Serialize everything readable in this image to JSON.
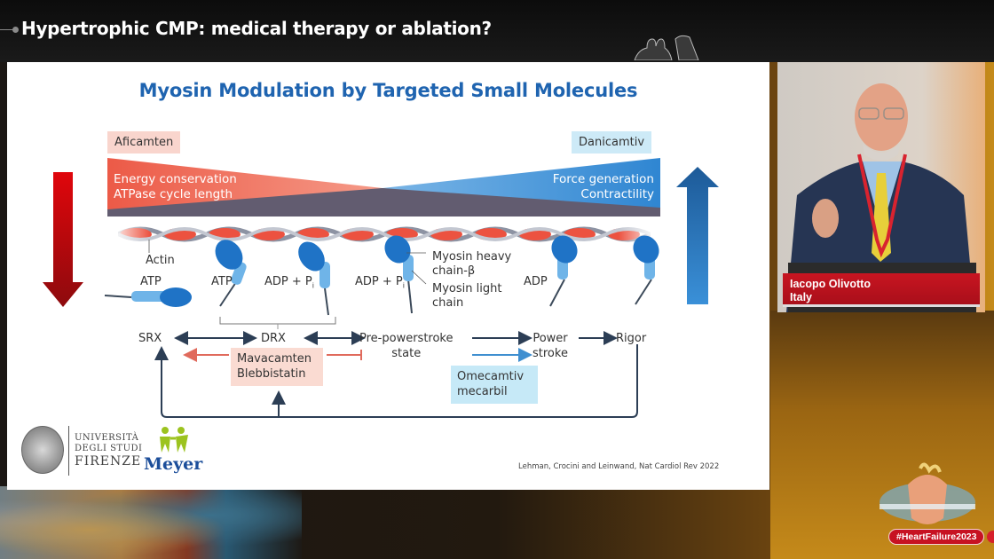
{
  "session": {
    "title": "Hypertrophic CMP: medical therapy or ablation?"
  },
  "slide": {
    "title": "Myosin Modulation by Targeted Small Molecules",
    "left_drug": "Aficamten",
    "right_drug": "Danicamtiv",
    "left_effects": [
      "Energy conservation",
      "ATPase cycle length"
    ],
    "right_effects": [
      "Force generation",
      "Contractility"
    ],
    "colors": {
      "title": "#1f64b0",
      "inhibitor_red": "#ee6c5a",
      "activator_blue": "#3b8fd6",
      "overlap_slate": "#6a6478",
      "arrow_down": "#c4060c",
      "arrow_up": "#2b6fb3"
    },
    "diagram_labels": {
      "actin": "Actin",
      "atp_1": "ATP",
      "atp_2": "ATP",
      "adp_pi_1": "ADP + P",
      "adp_pi_2": "ADP + P",
      "pi_sub": "i",
      "heavy_chain_1": "Myosin heavy",
      "heavy_chain_2": "chain-β",
      "light_chain_1": "Myosin light",
      "light_chain_2": "chain",
      "adp": "ADP"
    },
    "states": {
      "srx": "SRX",
      "drx": "DRX",
      "pre_powerstroke_1": "Pre-powerstroke",
      "pre_powerstroke_2": "state",
      "power_1": "Power",
      "power_2": "stroke",
      "rigor": "Rigor"
    },
    "modulators": {
      "inhibitors": [
        "Mavacamten",
        "Blebbistatin"
      ],
      "activators": [
        "Omecamtiv",
        "mecarbil"
      ]
    },
    "logos": {
      "unifi": [
        "UNIVERSITÀ",
        "DEGLI STUDI",
        "FIRENZE"
      ],
      "meyer": "Meyer"
    },
    "citation": "Lehman, Crocini and Leinwand, Nat Cardiol Rev 2022"
  },
  "speaker": {
    "name": "Iacopo Olivotto",
    "country": "Italy"
  },
  "event": {
    "hashtag": "#HeartFailure2023"
  }
}
